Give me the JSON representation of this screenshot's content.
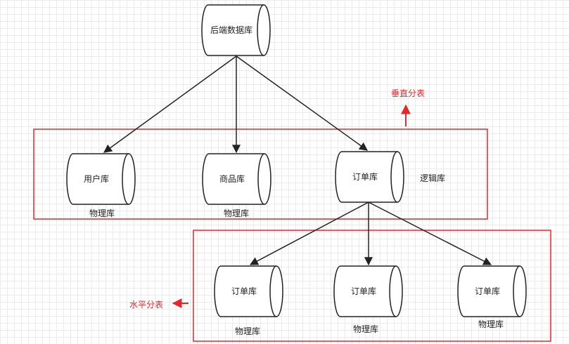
{
  "nodes": {
    "backend_db": "后端数据库",
    "user_db": "用户库",
    "product_db": "商品库",
    "order_db": "订单库",
    "order_db_1": "订单库",
    "order_db_2": "订单库",
    "order_db_3": "订单库"
  },
  "labels": {
    "physical_1": "物理库",
    "physical_2": "物理库",
    "physical_3": "物理库",
    "physical_4": "物理库",
    "physical_5": "物理库",
    "logical": "逻辑库",
    "vertical_split": "垂直分表",
    "horizontal_split": "水平分表"
  },
  "colors": {
    "box_border": "#e0282e",
    "accent": "#e0282e",
    "edge": "#222222"
  }
}
